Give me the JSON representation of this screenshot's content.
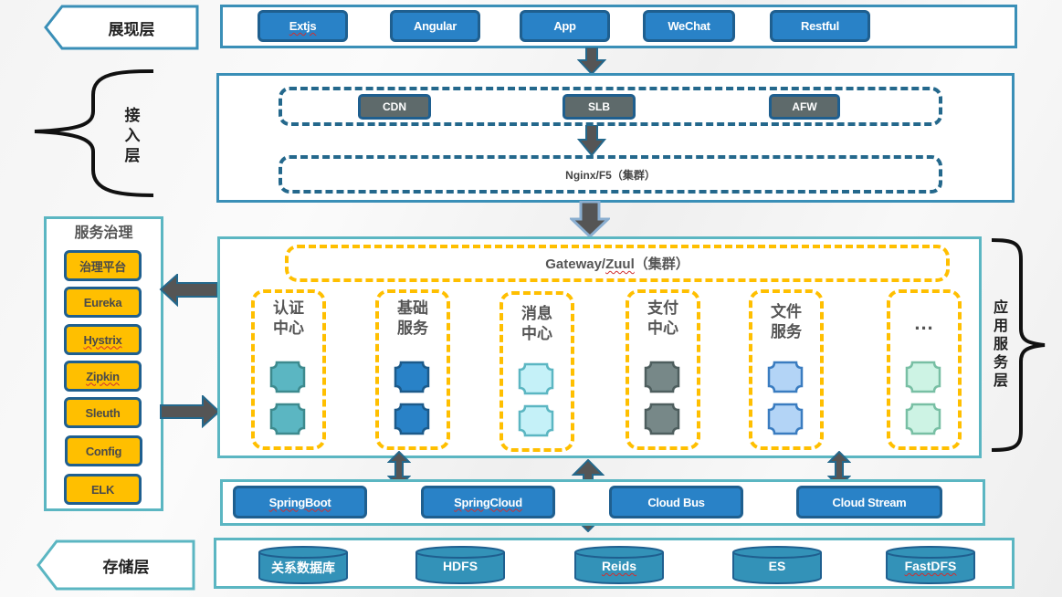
{
  "layers": {
    "presentation": {
      "label": "展现层",
      "items": [
        "Extjs",
        "Angular",
        "App",
        "WeChat",
        "Restful"
      ]
    },
    "access": {
      "label": "接\n入\n层",
      "edge_items": [
        "CDN",
        "SLB",
        "AFW"
      ],
      "cluster": "Nginx/F5（集群）"
    },
    "governance": {
      "title": "服务治理",
      "items": [
        "治理平台",
        "Eureka",
        "Hystrix",
        "Zipkin",
        "Sleuth",
        "Config",
        "ELK"
      ]
    },
    "application": {
      "label": "应\n用\n服\n务\n层",
      "gateway": "Gateway/Zuul（集群）",
      "services": [
        {
          "name": "认证\n中心",
          "color": "#5bb6c2",
          "border": "#3d8a8e"
        },
        {
          "name": "基础\n服务",
          "color": "#2982c7",
          "border": "#1c5a8a"
        },
        {
          "name": "消息\n中心",
          "color": "#c5f1f8",
          "border": "#5bb6c2"
        },
        {
          "name": "支付\n中心",
          "color": "#778888",
          "border": "#4e5e5e"
        },
        {
          "name": "文件\n服务",
          "color": "#b3d4f6",
          "border": "#3a7cc0"
        },
        {
          "name": "...",
          "color": "#cdf3e4",
          "border": "#78bfa4"
        }
      ]
    },
    "framework": {
      "items": [
        "SpringBoot",
        "SpringCloud",
        "Cloud Bus",
        "Cloud Stream"
      ]
    },
    "storage": {
      "label": "存储层",
      "items": [
        "关系数据库",
        "HDFS",
        "Reids",
        "ES",
        "FastDFS"
      ]
    }
  },
  "spellcheck_flagged": [
    "Extjs",
    "Hystrix",
    "Zipkin",
    "Zuul",
    "SpringBoot",
    "SpringCloud",
    "Reids",
    "FastDFS"
  ]
}
